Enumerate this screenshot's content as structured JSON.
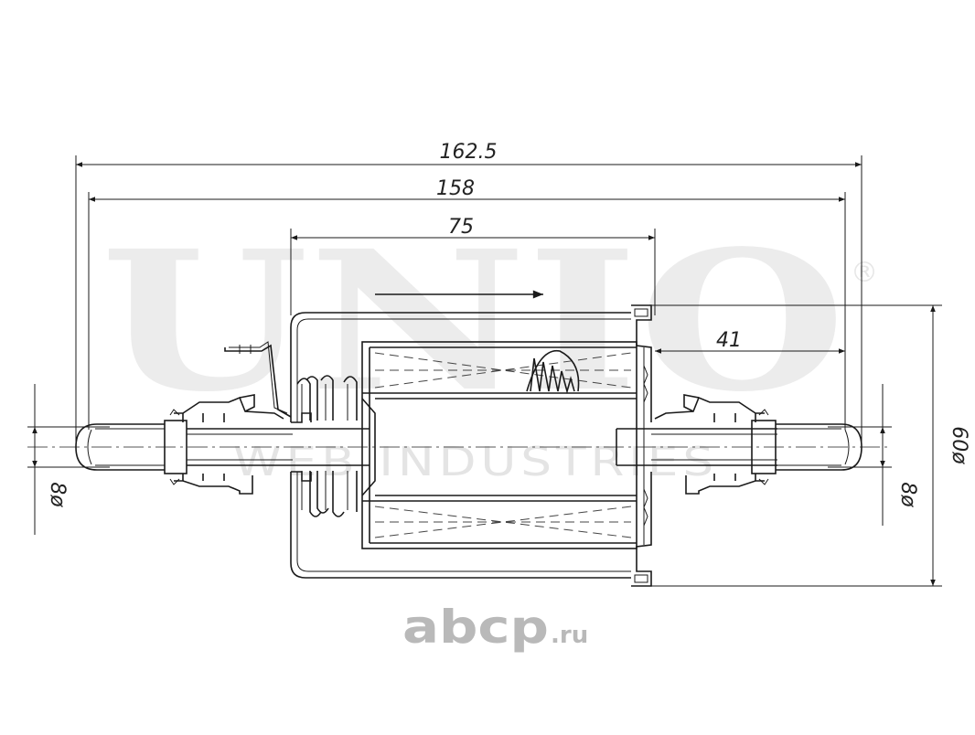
{
  "watermark": {
    "brand": "UNIO",
    "registered": "®",
    "tagline": "WEB INDUSTRIES"
  },
  "dimensions": {
    "overall_length": "162.5",
    "length_inner": "158",
    "body_length": "75",
    "outlet_length": "41",
    "inlet_diameter": "8ø",
    "outlet_diameter": "8ø",
    "body_diameter": "60ø"
  },
  "site_logo": {
    "name": "abcp",
    "suffix": ".ru"
  },
  "colors": {
    "line": "#1a1a1a",
    "watermark": "#ececec",
    "logo": "#b9b9b9"
  }
}
